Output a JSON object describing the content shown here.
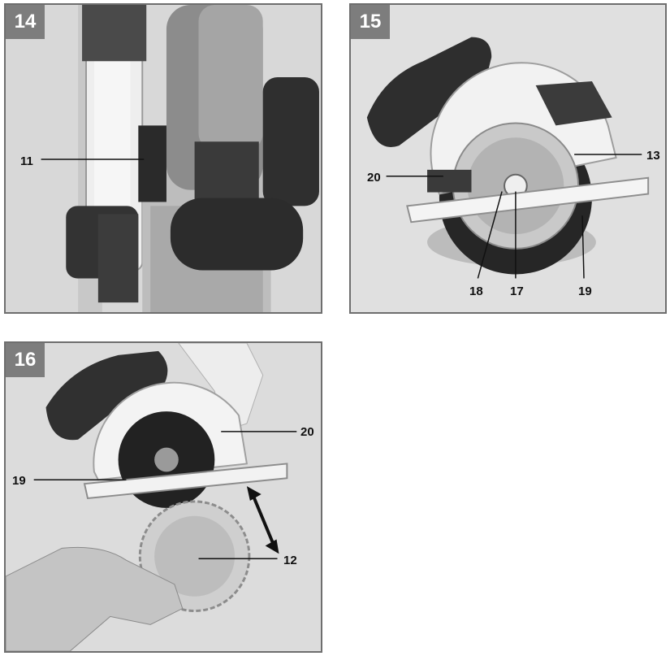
{
  "figures": [
    {
      "number": "14",
      "callouts": [
        "11"
      ]
    },
    {
      "number": "15",
      "callouts": [
        "13",
        "20",
        "18",
        "17",
        "19"
      ]
    },
    {
      "number": "16",
      "callouts": [
        "20",
        "19",
        "12"
      ]
    }
  ]
}
